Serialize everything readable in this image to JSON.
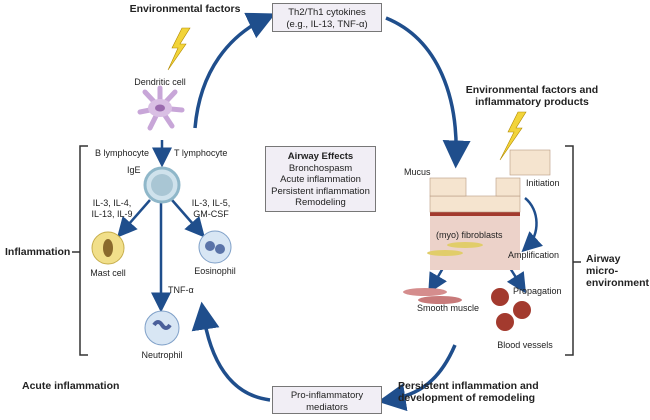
{
  "top": {
    "env_title": "Environmental factors",
    "cytokine_box": [
      "Th2/Th1 cytokines",
      "(e.g., IL-13, TNF-α)"
    ]
  },
  "left": {
    "dendritic": "Dendritic cell",
    "b_lymph": "B lymphocyte",
    "t_lymph": "T lymphocyte",
    "ige": "IgE",
    "il_left": [
      "IL-3, IL-4,",
      "IL-13, IL-9"
    ],
    "il_right": [
      "IL-3, IL-5,",
      "GM-CSF"
    ],
    "mast": "Mast cell",
    "eos": "Eosinophil",
    "tnf": "TNF-α",
    "neut": "Neutrophil",
    "inflammation": "Inflammation",
    "acute": "Acute inflammation"
  },
  "center": {
    "effects_title": "Airway Effects",
    "effects": [
      "Bronchospasm",
      "Acute inflammation",
      "Persistent inflammation",
      "Remodeling"
    ]
  },
  "right": {
    "env_title": [
      "Environmental factors and",
      "inflammatory products"
    ],
    "mucus": "Mucus",
    "initiation": "Initiation",
    "fibro": "(myo) fibroblasts",
    "amplification": "Amplification",
    "propagation": "Propagation",
    "smooth": "Smooth muscle",
    "vessels": "Blood vessels",
    "micro": [
      "Airway",
      "micro-",
      "environment"
    ],
    "persistent": [
      "Persistent inflammation and",
      "development of remodeling"
    ]
  },
  "bottom": {
    "mediators_box": [
      "Pro-inflammatory",
      "mediators"
    ]
  },
  "colors": {
    "arrow": "#1f4e8c",
    "box": "#f1eef5",
    "lightning": "#f2d43a"
  }
}
